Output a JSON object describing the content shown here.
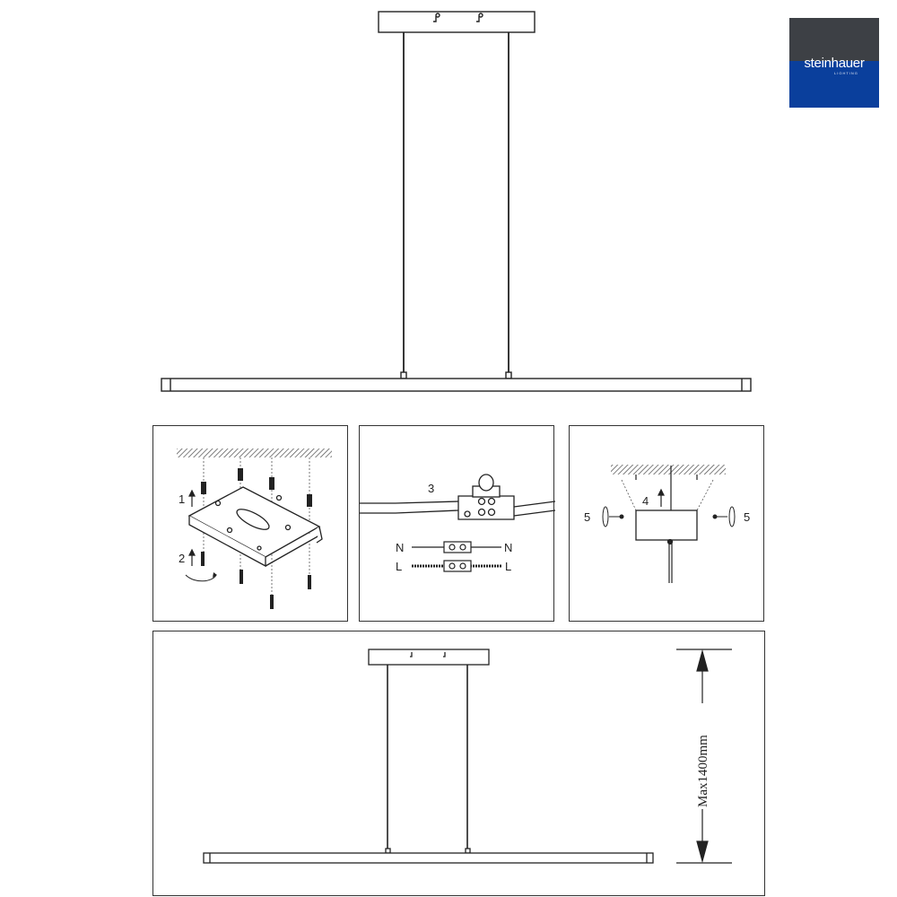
{
  "brand": {
    "name": "steinhauer",
    "tagline": "LIGHTING",
    "colors": {
      "top": "#3d4045",
      "bottom": "#0a3f9c"
    }
  },
  "steps": {
    "step1": "1",
    "step2": "2",
    "step3": "3",
    "step4": "4",
    "step5_left": "5",
    "step5_right": "5"
  },
  "wiring": {
    "neutral_left": "N",
    "neutral_right": "N",
    "live_left": "L",
    "live_right": "L"
  },
  "dimension": {
    "label": "Max1400mm"
  }
}
